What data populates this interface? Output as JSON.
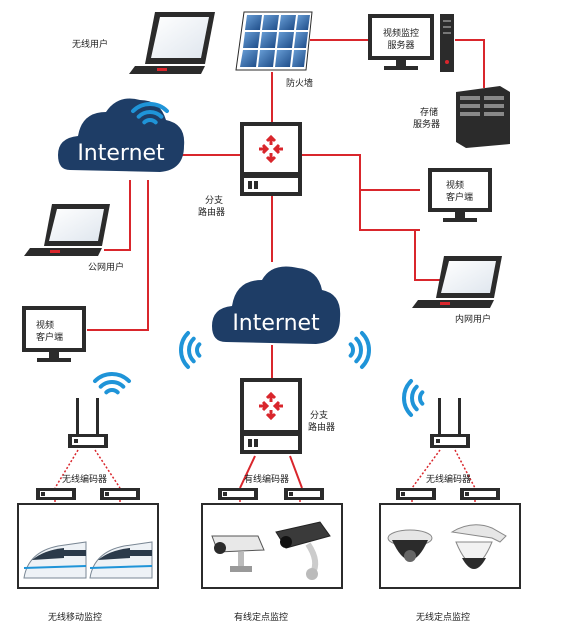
{
  "labels": {
    "wireless_user": "无线用户",
    "firewall": "防火墙",
    "video_server_1": "视频监控",
    "video_server_2": "服务器",
    "storage_1": "存储",
    "storage_2": "服务器",
    "internet_top": "Internet",
    "internet_mid": "Internet",
    "branch_router_1": "分支",
    "branch_router_2": "路由器",
    "branch_router_b1": "分支",
    "branch_router_b2": "路由器",
    "public_user": "公网用户",
    "video_client_right_1": "视频",
    "video_client_right_2": "客户端",
    "video_client_left_1": "视频",
    "video_client_left_2": "客户端",
    "lan_user": "内网用户",
    "wireless_encoder_left": "无线编码器",
    "wired_encoder": "有线编码器",
    "wireless_encoder_right": "无线编码器",
    "section_left": "无线移动监控",
    "section_mid": "有线定点监控",
    "section_right": "无线定点监控"
  },
  "colors": {
    "cloud": "#1e3d66",
    "red_line": "#d9262c",
    "device_dark": "#2b2b2b",
    "wifi": "#1f94d8"
  }
}
